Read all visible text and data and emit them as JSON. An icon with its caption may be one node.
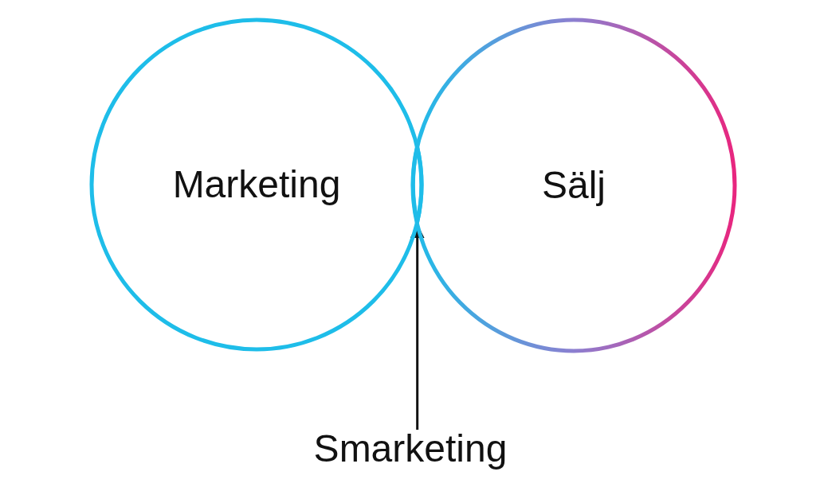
{
  "diagram": {
    "nodes": [
      {
        "text": [
          "Marketing"
        ]
      },
      {
        "text": [
          "Sälj"
        ]
      },
      {
        "text": [
          "Smarketing"
        ]
      },
      {
        "text": [],
        "shape": "lens"
      }
    ],
    "edges": [
      {
        "from": 2,
        "to": 3,
        "arrow": "to"
      }
    ]
  }
}
